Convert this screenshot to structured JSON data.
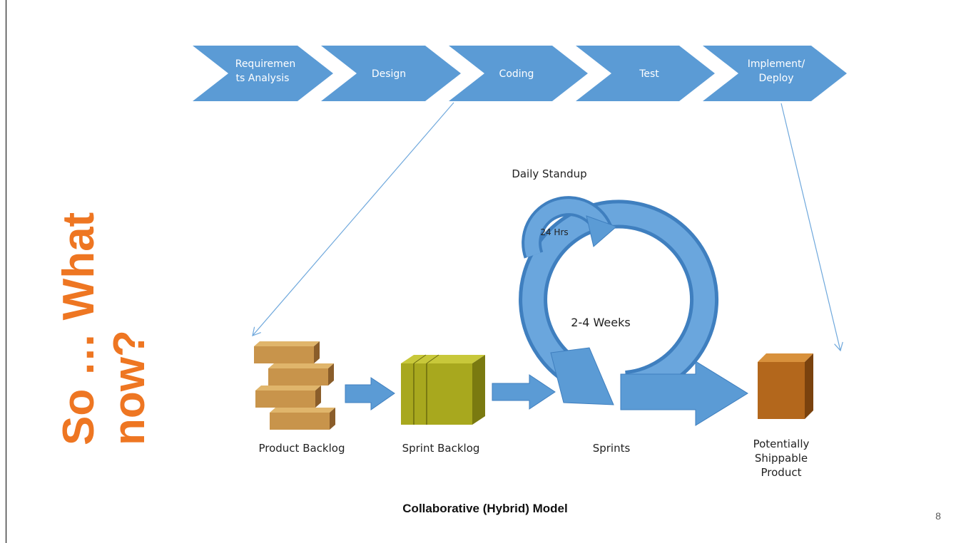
{
  "slide": {
    "title": "So … What now?",
    "caption": "Collaborative (Hybrid) Model",
    "page_number": "8",
    "accent_color": "#ee7622"
  },
  "process": {
    "chevron_color": "#5b9bd5",
    "steps": [
      {
        "line1": "Requiremen",
        "line2": "ts Analysis"
      },
      {
        "line1": "Design",
        "line2": ""
      },
      {
        "line1": "Coding",
        "line2": ""
      },
      {
        "line1": "Test",
        "line2": ""
      },
      {
        "line1": "Implement/",
        "line2": "Deploy"
      }
    ]
  },
  "scrum": {
    "daily_standup": "Daily Standup",
    "hours": "24 Hrs",
    "weeks": "2-4 Weeks",
    "product_backlog": "Product Backlog",
    "sprint_backlog": "Sprint Backlog",
    "sprints": "Sprints",
    "product": {
      "line1": "Potentially",
      "line2": "Shippable",
      "line3": "Product"
    }
  }
}
